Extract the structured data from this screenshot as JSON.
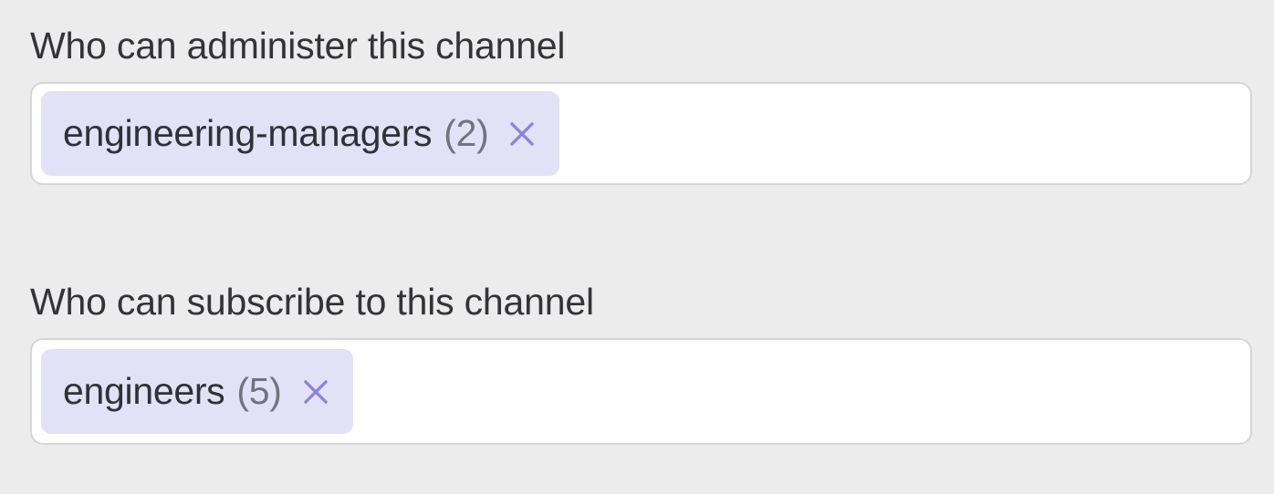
{
  "theme": {
    "page_background": "#ececec",
    "field_background": "#ffffff",
    "field_border": "#d6d6d6",
    "pill_background": "#e3e1f5",
    "pill_text": "#2e3238",
    "pill_count_text": "#70747c",
    "remove_icon_color": "#8b85d9",
    "label_text": "#333338"
  },
  "fields": [
    {
      "id": "administer",
      "label": "Who can administer this channel",
      "pills": [
        {
          "name": "engineering-managers",
          "count": "(2)",
          "remove_icon": "close-icon"
        }
      ]
    },
    {
      "id": "subscribe",
      "label": "Who can subscribe to this channel",
      "pills": [
        {
          "name": "engineers",
          "count": "(5)",
          "remove_icon": "close-icon"
        }
      ]
    }
  ]
}
